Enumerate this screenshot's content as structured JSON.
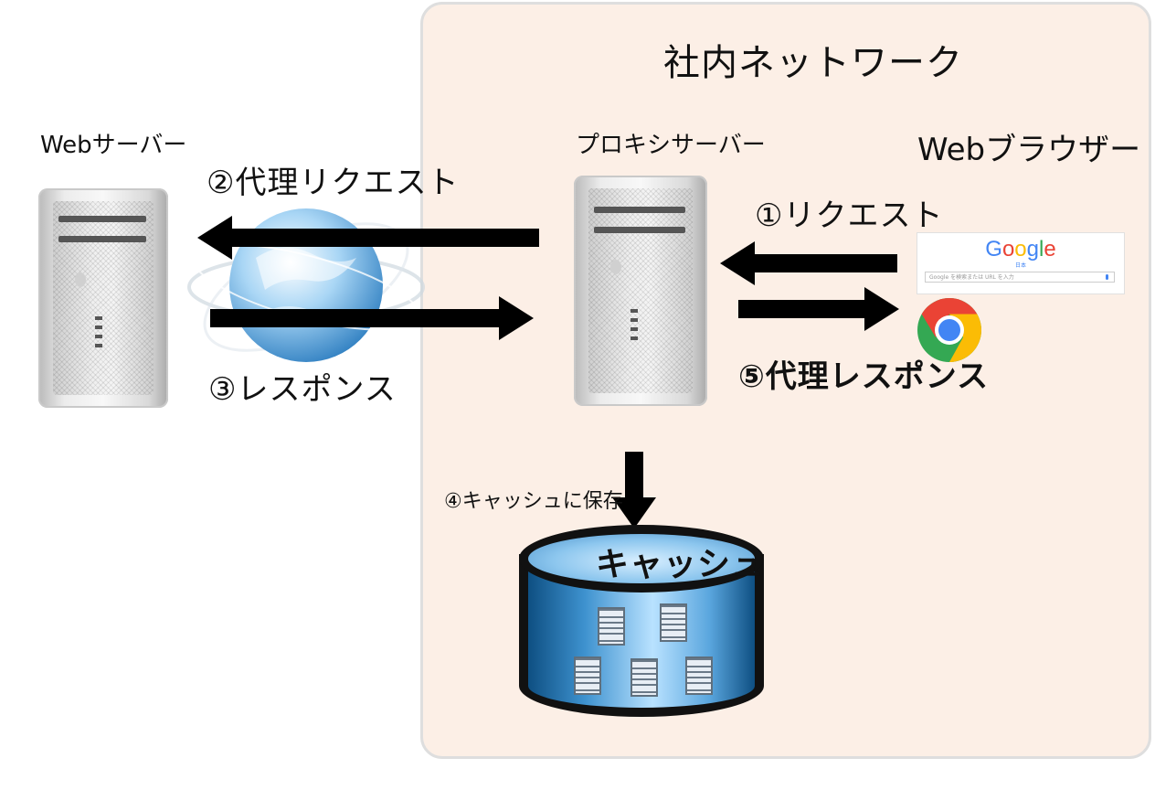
{
  "zone": {
    "title": "社内ネットワーク"
  },
  "web_server": {
    "label": "Webサーバー"
  },
  "proxy_server": {
    "label": "プロキシサーバー"
  },
  "browser": {
    "label": "Webブラウザー",
    "google_logo": "Google",
    "google_sub": "日本",
    "search_placeholder": "Google を検索または URL を入力"
  },
  "steps": {
    "request": "①リクエスト",
    "proxy_request": "②代理リクエスト",
    "response": "③レスポンス",
    "cache_save": "④キャッシュに保存",
    "proxy_response": "⑤代理レスポンス"
  },
  "cache": {
    "label": "キャッシュ"
  },
  "colors": {
    "zone_fill": "#fcefe6",
    "arrow": "#000000",
    "cache_blue": "#3e92cf"
  }
}
